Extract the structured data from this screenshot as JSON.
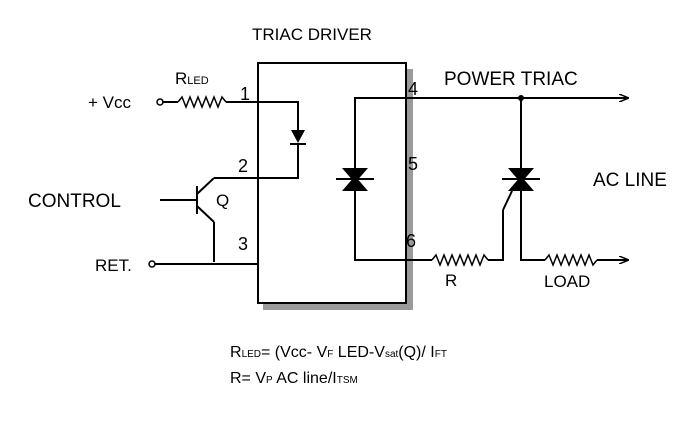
{
  "diagram": {
    "title": "TRIAC DRIVER",
    "power_triac_label": "POWER TRIAC",
    "vcc": {
      "prefix": "+ Vcc"
    },
    "rled": {
      "main": "R",
      "sub": "LED"
    },
    "control_label": "CONTROL",
    "transistor_label": "Q",
    "ret_label": "RET.",
    "ac_line_label": "AC LINE",
    "r_label": "R",
    "load_label": "LOAD",
    "pins": {
      "p1": "1",
      "p2": "2",
      "p3": "3",
      "p4": "4",
      "p5": "5",
      "p6": "6"
    },
    "formula1": {
      "r": "R",
      "led": "LED",
      "a": "= (Vcc- V",
      "f": "F",
      "b": " LED-V",
      "sat": "sat",
      "c": "(Q)/ I",
      "ft": "FT"
    },
    "formula2": {
      "a": "R= V",
      "p": "P",
      "b": " AC line/I",
      "tsm": "TSM"
    }
  }
}
